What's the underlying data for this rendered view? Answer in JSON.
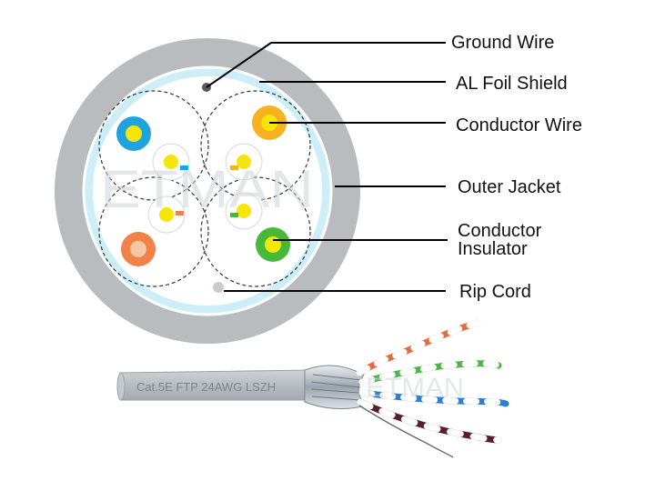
{
  "labels": {
    "ground_wire": "Ground Wire",
    "al_foil_shield": "AL Foil Shield",
    "conductor_wire": "Conductor Wire",
    "outer_jacket": "Outer Jacket",
    "conductor_insulator_line1": "Conductor",
    "conductor_insulator_line2": "Insulator",
    "rip_cord": "Rip Cord"
  },
  "cable_print": "Cat.5E FTP 24AWG LSZH",
  "watermark": "ETMAN",
  "colors": {
    "outer_jacket": "#b9bcbf",
    "foil_shield": "#cdeef6",
    "conductor_core": "#f5e60a",
    "pair_blue": "#1fa3e0",
    "pair_orange": "#f0824a",
    "pair_green": "#46b83a",
    "pair_brown": "#6b2a1f",
    "copper": "#e8a020"
  }
}
